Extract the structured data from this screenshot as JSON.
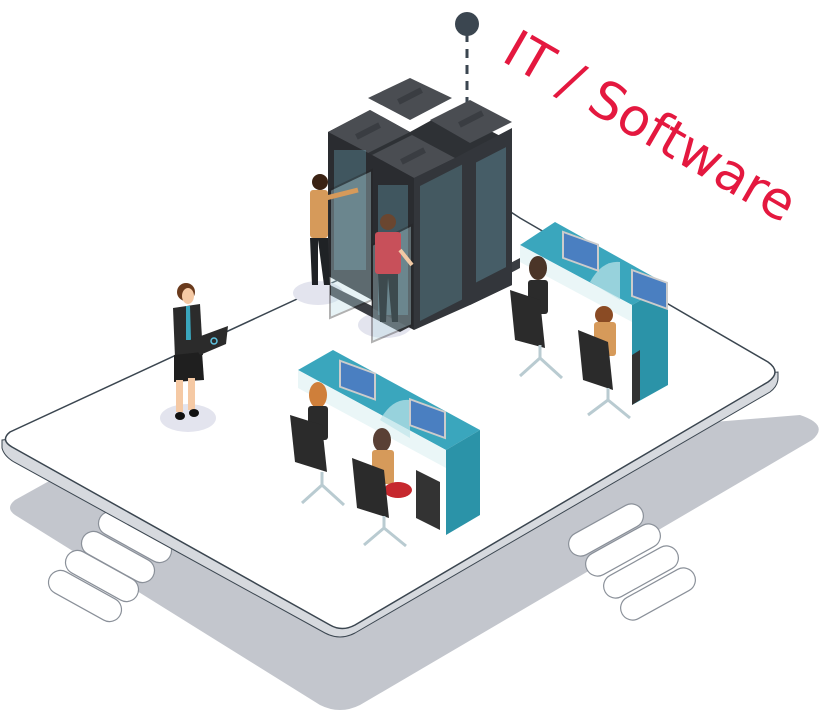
{
  "illustration": {
    "title": "IT / Software",
    "colors": {
      "title": "#e4183f",
      "pin": "#3b4650",
      "platform_top": "#ffffff",
      "platform_edge": "#3b4650",
      "platform_side": "#d6d9de",
      "shadow": "#c3c6cd",
      "server_body": "#3a3d42",
      "server_top": "#4a4d52",
      "server_lights": "#7fcfe6",
      "cubicle_wall": "#3aa6bd",
      "cubicle_wall_dark": "#2b93a8",
      "desk": "#eaf6f7",
      "monitor_screen": "#4a7fc1",
      "chair": "#2b2b2b",
      "chair_base": "#b9cbd1",
      "floor_spot": "#e3e4ee"
    },
    "scene": {
      "server_rack_count": 4,
      "workstation_groups": 2,
      "people": [
        {
          "role": "technician",
          "shirt": "#d69a5a"
        },
        {
          "role": "technician",
          "shirt": "#c8505a"
        },
        {
          "role": "manager-with-laptop",
          "shirt": "#2b2b2b"
        },
        {
          "role": "desk-worker",
          "shirt": "#2b2b2b"
        },
        {
          "role": "desk-worker",
          "shirt": "#d69a5a"
        },
        {
          "role": "desk-worker",
          "shirt": "#2b2b2b"
        },
        {
          "role": "desk-worker",
          "shirt": "#d69a5a"
        }
      ],
      "steps_left": 4,
      "steps_right": 4
    }
  }
}
